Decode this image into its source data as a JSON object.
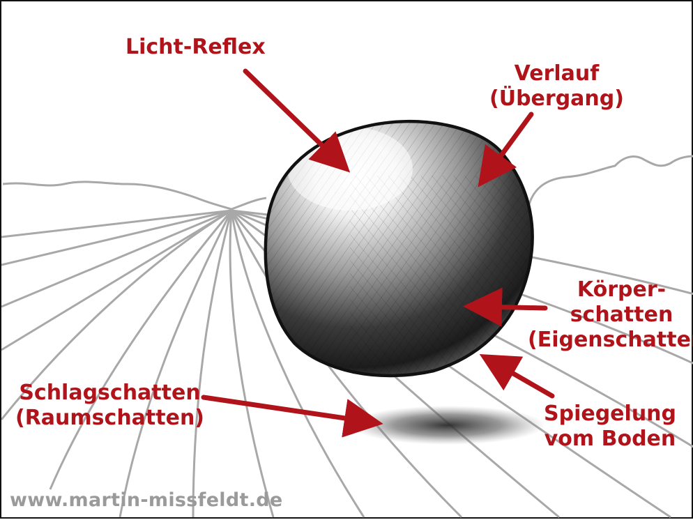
{
  "labels": {
    "licht_reflex": "Licht-Reflex",
    "verlauf": "Verlauf",
    "uebergang": "(Übergang)",
    "koerper": "Körper-",
    "schatten": "schatten",
    "eigenschatten": "(Eigenschatten)",
    "schlagschatten": "Schlagschatten",
    "raumschatten": "(Raumschatten)",
    "spiegelung": "Spiegelung",
    "vom_boden": "vom Boden"
  },
  "watermark": "www.martin-missfeldt.de",
  "colors": {
    "label": "#b0141a",
    "arrow": "#b0141a",
    "lines": "#a8a8a8",
    "watermark": "#9a9a9a",
    "outline": "#111111"
  }
}
